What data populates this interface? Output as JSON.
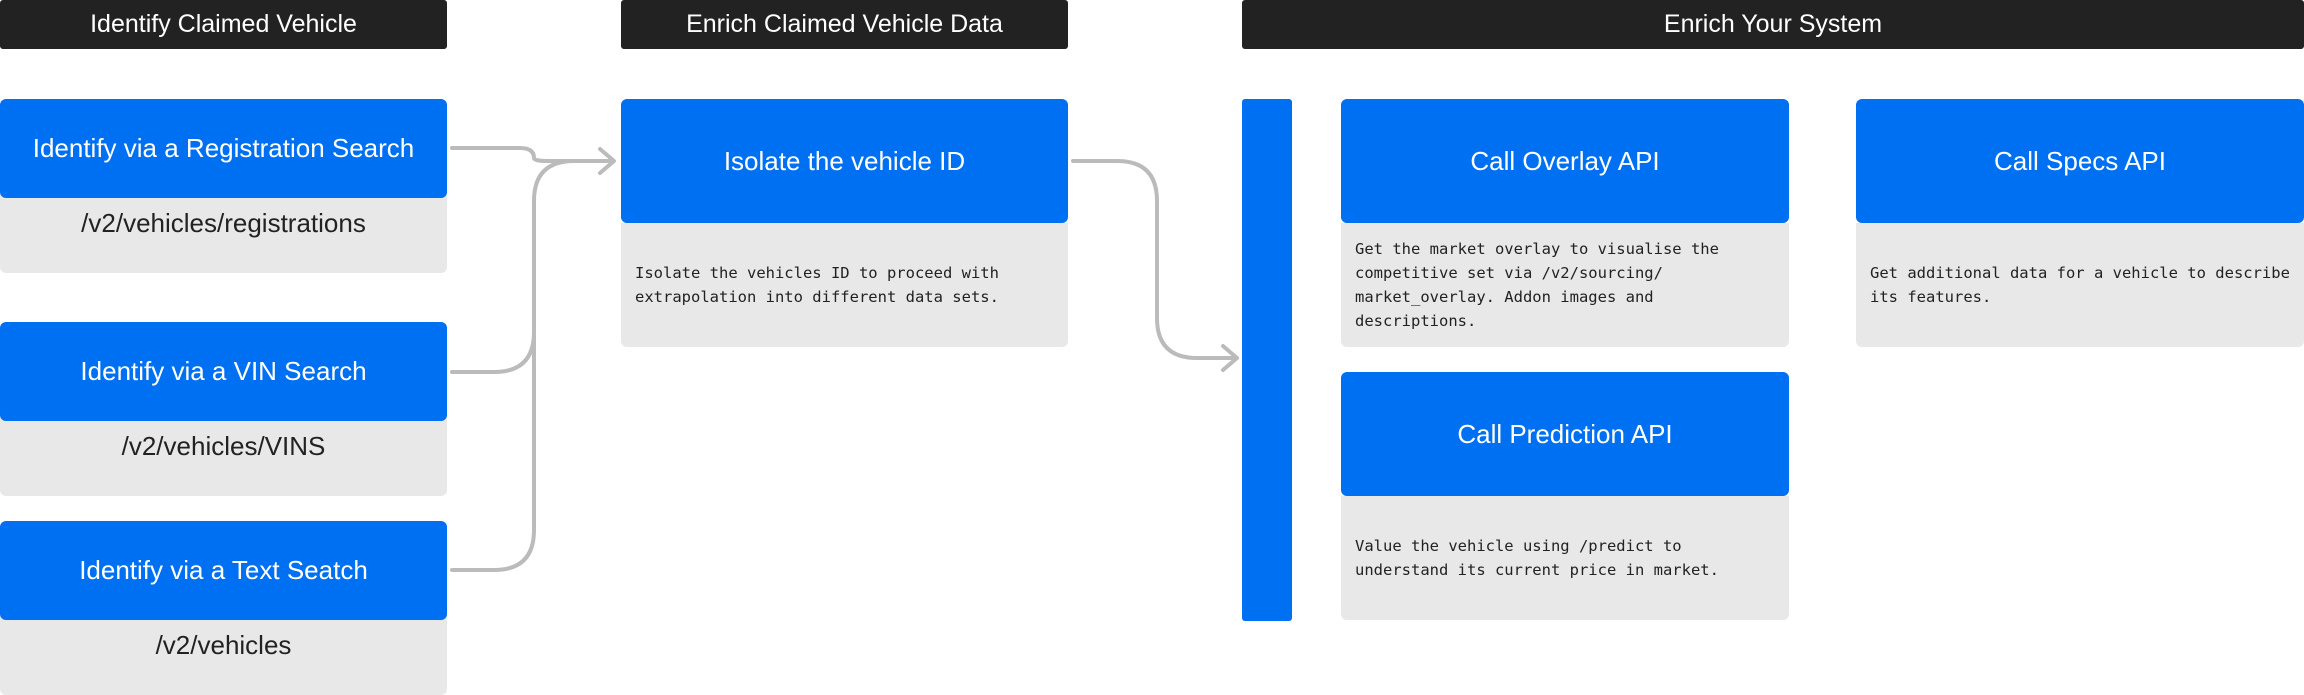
{
  "headers": {
    "identify": "Identify Claimed Vehicle",
    "enrich_claimed": "Enrich Claimed Vehicle Data",
    "enrich_system": "Enrich Your System"
  },
  "identify_cards": [
    {
      "title": "Identify via a Registration Search",
      "endpoint": "/v2/vehicles/registrations"
    },
    {
      "title": "Identify via a VIN Search",
      "endpoint": "/v2/vehicles/VINS"
    },
    {
      "title": "Identify via a Text Seatch",
      "endpoint": "/v2/vehicles"
    }
  ],
  "isolate": {
    "title": "Isolate the vehicle ID",
    "description": "Isolate the vehicles ID to proceed with extrapolation into different data sets."
  },
  "overlay": {
    "title": "Call Overlay API",
    "description": "Get the market overlay to visualise the competitive set via /v2/sourcing/ market_overlay. Addon images and descriptions."
  },
  "specs": {
    "title": "Call Specs API",
    "description": "Get additional data for a vehicle to describe its features."
  },
  "prediction": {
    "title": "Call Prediction API",
    "description": "Value the vehicle using /predict to understand its current price in market."
  },
  "colors": {
    "accent": "#0070f3",
    "header_bg": "#222222",
    "card_bg": "#e8e8e8",
    "connector": "#bbbbbb"
  }
}
